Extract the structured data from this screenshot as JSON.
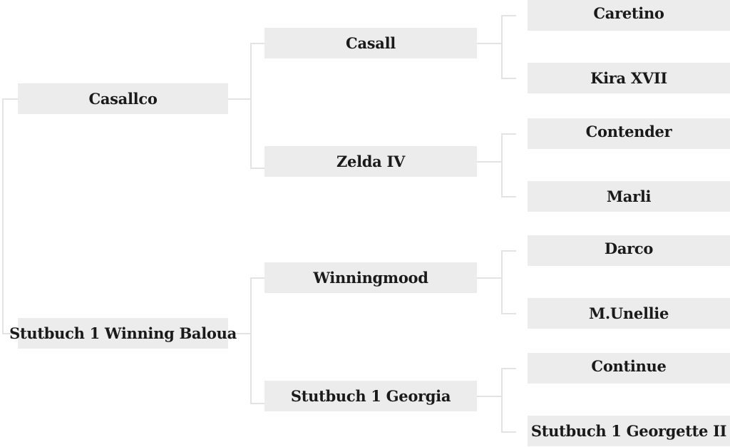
{
  "pedigree": {
    "sire": {
      "name": "Casallco",
      "sire": {
        "name": "Casall",
        "sire": "Caretino",
        "dam": "Kira XVII"
      },
      "dam": {
        "name": "Zelda IV",
        "sire": "Contender",
        "dam": "Marli"
      }
    },
    "dam": {
      "name": "Stutbuch 1 Winning Baloua",
      "sire": {
        "name": "Winningmood",
        "sire": "Darco",
        "dam": "M.Unellie"
      },
      "dam": {
        "name": "Stutbuch 1 Georgia",
        "sire": "Continue",
        "dam": "Stutbuch 1 Georgette II"
      }
    }
  }
}
